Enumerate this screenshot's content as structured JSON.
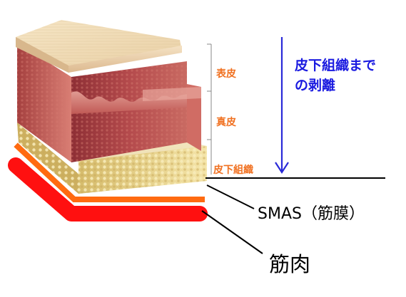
{
  "labels": {
    "epidermis": "表皮",
    "dermis": "真皮",
    "subcutaneous": "皮下組織",
    "peel_line1": "皮下組織まで",
    "peel_line2": "の剥離",
    "smas": "SMAS（筋膜）",
    "muscle": "筋肉"
  },
  "colors": {
    "layer_label": "#f07020",
    "peel_text": "#1a1ae0",
    "arrow": "#2a2ad8",
    "smas_band": "#ff6a10",
    "muscle_band": "#ff1010",
    "epidermis": "#f1dcb8",
    "dermis": "#b94848",
    "fat": "#eedb93"
  }
}
